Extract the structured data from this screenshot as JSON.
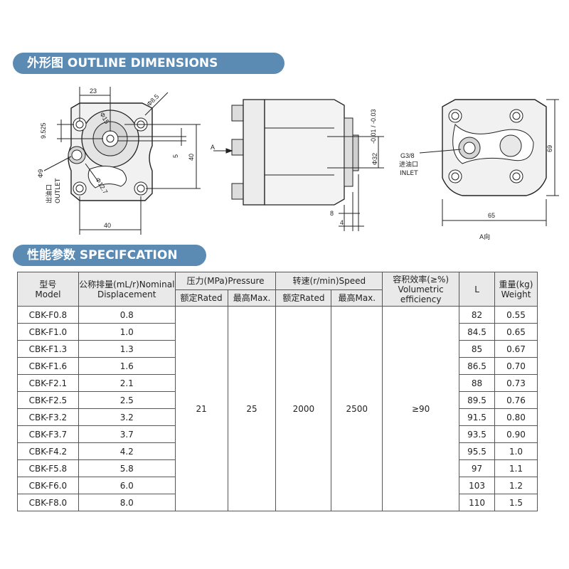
{
  "outline": {
    "title": "外形图 OUTLINE DIMENSIONS",
    "front": {
      "d23": "23",
      "d85": "Φ8.5",
      "d9525": "9.525",
      "d15": "Φ15",
      "d5": "5",
      "d40v": "40",
      "d9": "Φ9",
      "outlet": "出油口",
      "outlet_en": "OUTLET",
      "d127": "Φ12.7",
      "d40h": "40"
    },
    "side": {
      "arrow_a": "A",
      "d32": "Φ32",
      "tol": "-0.01 / -0.03",
      "d8": "8",
      "d4": "4"
    },
    "rear": {
      "g38": "G3/8",
      "inlet": "进油口",
      "inlet_en": "INLET",
      "d69": "69",
      "d65": "65",
      "view": "A向"
    }
  },
  "spec": {
    "title": "性能参数 SPECIFCATION",
    "headers": {
      "model_cn": "型号",
      "model_en": "Model",
      "disp_cn": "公称排量(mL/r)Nominal",
      "disp_en": "Displacement",
      "pressure": "压力(MPa)Pressure",
      "p_rated": "额定Rated",
      "p_max": "最高Max.",
      "speed": "转速(r/min)Speed",
      "s_rated": "额定Rated",
      "s_max": "最高Max.",
      "vol_cn": "容积效率(≥%)",
      "vol_en": "Volumetric efficiency",
      "L": "L",
      "weight_cn": "重量(kg)",
      "weight_en": "Weight"
    },
    "shared": {
      "p_rated": "21",
      "p_max": "25",
      "s_rated": "2000",
      "s_max": "2500",
      "vol": "≥90"
    },
    "rows": [
      {
        "model": "CBK-F0.8",
        "disp": "0.8",
        "L": "82",
        "weight": "0.55"
      },
      {
        "model": "CBK-F1.0",
        "disp": "1.0",
        "L": "84.5",
        "weight": "0.65"
      },
      {
        "model": "CBK-F1.3",
        "disp": "1.3",
        "L": "85",
        "weight": "0.67"
      },
      {
        "model": "CBK-F1.6",
        "disp": "1.6",
        "L": "86.5",
        "weight": "0.70"
      },
      {
        "model": "CBK-F2.1",
        "disp": "2.1",
        "L": "88",
        "weight": "0.73"
      },
      {
        "model": "CBK-F2.5",
        "disp": "2.5",
        "L": "89.5",
        "weight": "0.76"
      },
      {
        "model": "CBK-F3.2",
        "disp": "3.2",
        "L": "91.5",
        "weight": "0.80"
      },
      {
        "model": "CBK-F3.7",
        "disp": "3.7",
        "L": "93.5",
        "weight": "0.90"
      },
      {
        "model": "CBK-F4.2",
        "disp": "4.2",
        "L": "95.5",
        "weight": "1.0"
      },
      {
        "model": "CBK-F5.8",
        "disp": "5.8",
        "L": "97",
        "weight": "1.1"
      },
      {
        "model": "CBK-F6.0",
        "disp": "6.0",
        "L": "103",
        "weight": "1.2"
      },
      {
        "model": "CBK-F8.0",
        "disp": "8.0",
        "L": "110",
        "weight": "1.5"
      }
    ]
  }
}
